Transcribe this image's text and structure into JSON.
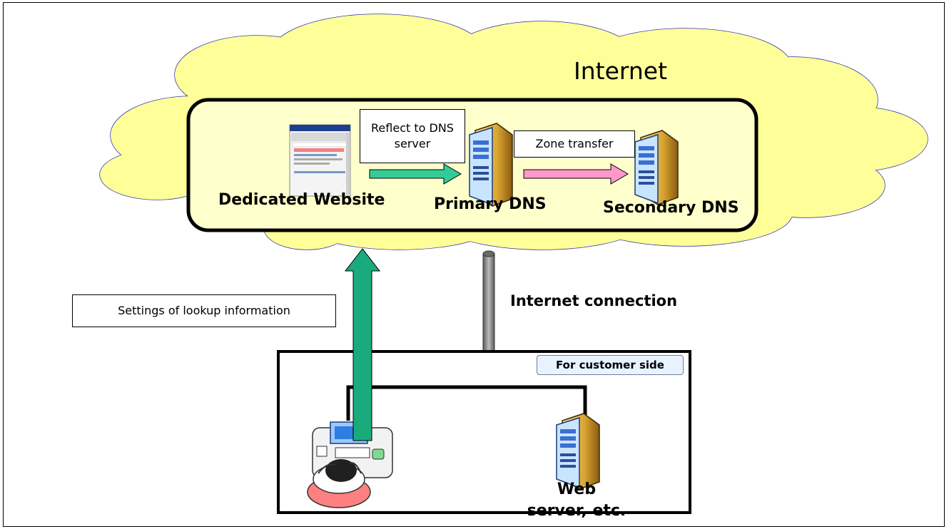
{
  "cloud": {
    "label": "Internet",
    "fill": "#ffff99",
    "stroke": "#3333aa"
  },
  "internet_box": {
    "fill": "#ffffcc"
  },
  "nodes": {
    "website": {
      "label": "Dedicated Website"
    },
    "primary_dns": {
      "label": "Primary DNS"
    },
    "secondary_dns": {
      "label": "Secondary DNS"
    },
    "web_server": {
      "label": "Web server, etc."
    }
  },
  "edges": {
    "reflect": {
      "label": "Reflect to DNS server",
      "color": "#33cc99"
    },
    "zone_transfer": {
      "label": "Zone transfer",
      "color": "#ff99cc"
    },
    "settings": {
      "label": "Settings of lookup information",
      "color": "#1aab7c"
    },
    "connection": {
      "label": "Internet connection",
      "color": "#808080"
    }
  },
  "customer": {
    "label": "For customer side"
  }
}
